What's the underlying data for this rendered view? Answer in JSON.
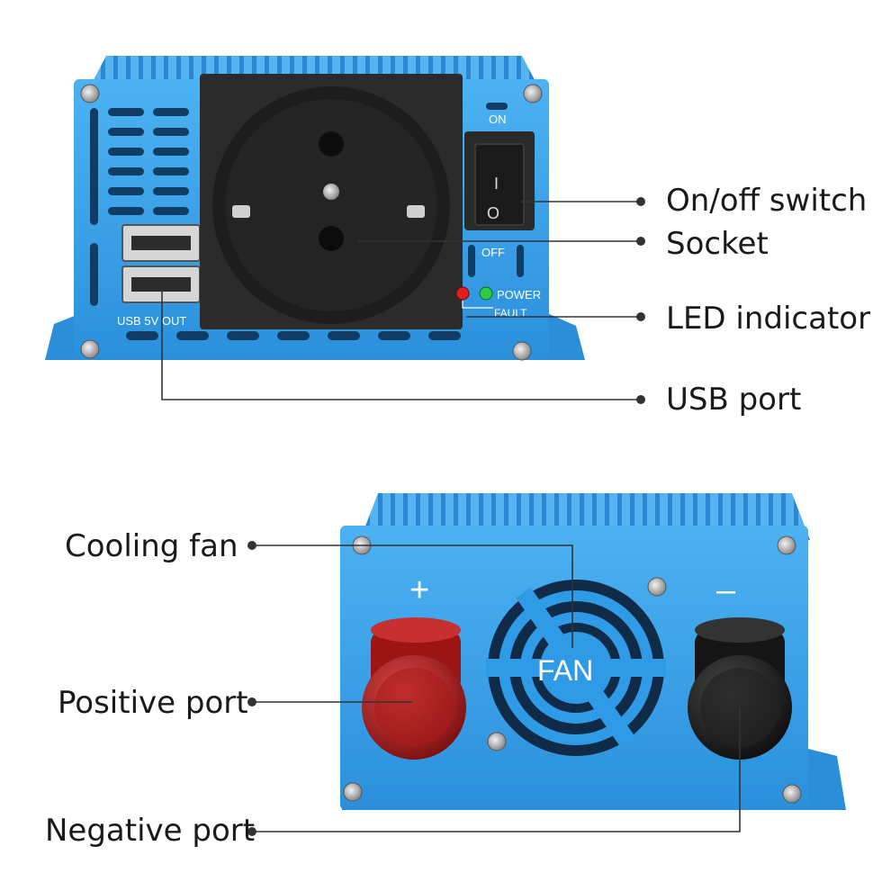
{
  "front_panel": {
    "switch_on_label": "ON",
    "switch_off_label": "OFF",
    "switch_on_glyph": "I",
    "switch_off_glyph": "O",
    "led_power_label": "POWER",
    "led_fault_label": "FAULT",
    "usb_label": "USB 5V OUT",
    "colors": {
      "body": "#2f9be6",
      "socket": "#2b2b2b",
      "led_power": "#2fc94a",
      "led_fault": "#e02020"
    }
  },
  "rear_panel": {
    "positive_symbol": "+",
    "negative_symbol": "–",
    "fan_label": "FAN",
    "colors": {
      "body": "#2f9be6",
      "positive_knob": "#b81c1c",
      "negative_knob": "#1d1d1d"
    }
  },
  "callouts": {
    "switch": "On/off switch",
    "socket": "Socket",
    "led": "LED indicator",
    "usb": "USB port",
    "fan": "Cooling fan",
    "positive": "Positive port",
    "negative": "Negative port"
  }
}
